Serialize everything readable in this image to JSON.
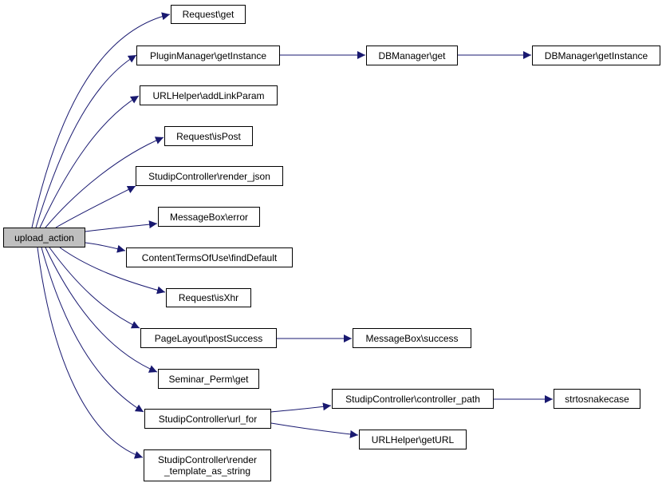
{
  "graph": {
    "root": "upload_action",
    "nodes": {
      "upload_action": "upload_action",
      "request_get": "Request\\get",
      "plugin_manager_getinstance": "PluginManager\\getInstance",
      "dbmanager_get": "DBManager\\get",
      "dbmanager_getinstance": "DBManager\\getInstance",
      "urlhelper_addlinkparam": "URLHelper\\addLinkParam",
      "request_ispost": "Request\\isPost",
      "studip_render_json": "StudipController\\render_json",
      "messagebox_error": "MessageBox\\error",
      "contenttermsofuse_finddefault": "ContentTermsOfUse\\findDefault",
      "request_isxhr": "Request\\isXhr",
      "pagelayout_postsuccess": "PageLayout\\postSuccess",
      "messagebox_success": "MessageBox\\success",
      "seminar_perm_get": "Seminar_Perm\\get",
      "studip_url_for": "StudipController\\url_for",
      "studip_controller_path": "StudipController\\controller_path",
      "strtosnakecase": "strtosnakecase",
      "urlhelper_geturl": "URLHelper\\getURL",
      "studip_render_template_line1": "StudipController\\render",
      "studip_render_template_line2": "_template_as_string"
    },
    "edges": [
      [
        "upload_action",
        "request_get"
      ],
      [
        "upload_action",
        "plugin_manager_getinstance"
      ],
      [
        "upload_action",
        "urlhelper_addlinkparam"
      ],
      [
        "upload_action",
        "request_ispost"
      ],
      [
        "upload_action",
        "studip_render_json"
      ],
      [
        "upload_action",
        "messagebox_error"
      ],
      [
        "upload_action",
        "contenttermsofuse_finddefault"
      ],
      [
        "upload_action",
        "request_isxhr"
      ],
      [
        "upload_action",
        "pagelayout_postsuccess"
      ],
      [
        "upload_action",
        "seminar_perm_get"
      ],
      [
        "upload_action",
        "studip_url_for"
      ],
      [
        "upload_action",
        "studip_render_template"
      ],
      [
        "plugin_manager_getinstance",
        "dbmanager_get"
      ],
      [
        "dbmanager_get",
        "dbmanager_getinstance"
      ],
      [
        "pagelayout_postsuccess",
        "messagebox_success"
      ],
      [
        "studip_url_for",
        "studip_controller_path"
      ],
      [
        "studip_url_for",
        "urlhelper_geturl"
      ],
      [
        "studip_controller_path",
        "strtosnakecase"
      ]
    ],
    "colors": {
      "edge": "#191970",
      "root_fill": "#bfbfbf",
      "node_fill": "#ffffff",
      "border": "#000000"
    }
  }
}
